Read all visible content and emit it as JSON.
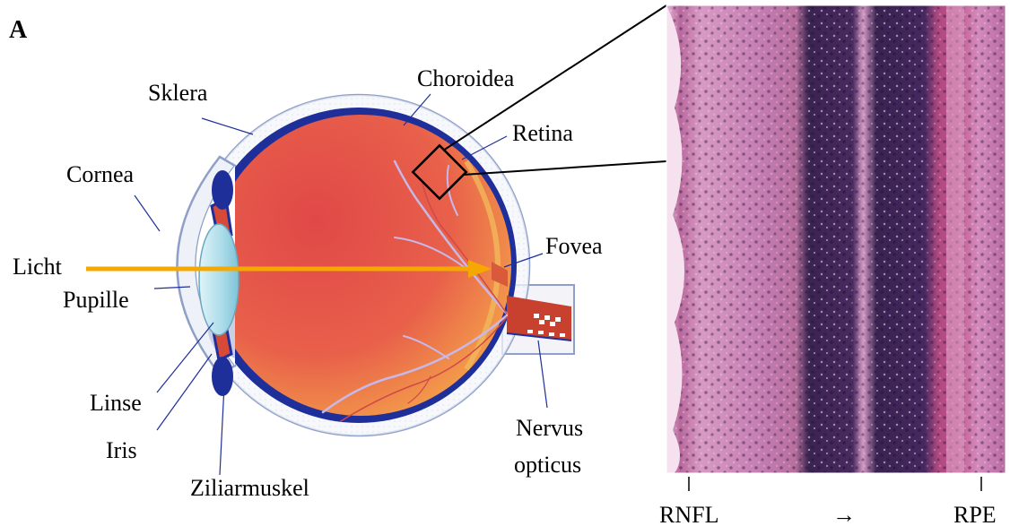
{
  "panel_label": "A",
  "eye_labels": {
    "sklera": "Sklera",
    "choroidea": "Choroidea",
    "retina": "Retina",
    "cornea": "Cornea",
    "licht": "Licht",
    "fovea": "Fovea",
    "pupille": "Pupille",
    "linse": "Linse",
    "iris": "Iris",
    "ziliarmuskel": "Ziliarmuskel",
    "nervus": "Nervus",
    "opticus": "opticus"
  },
  "histology": {
    "left_label": "RNFL",
    "arrow": "→",
    "right_label": "RPE"
  },
  "colors": {
    "sclera_outline": "#8fa0c8",
    "choroid": "#1f2f9a",
    "eye_body": "#e8604a",
    "lens": "#a9dbe8",
    "light_arrow": "#f5a800",
    "vessel": "#c8b8e8",
    "tissue_base": "#c984b8",
    "nuclear_layer": "#3a2350"
  }
}
